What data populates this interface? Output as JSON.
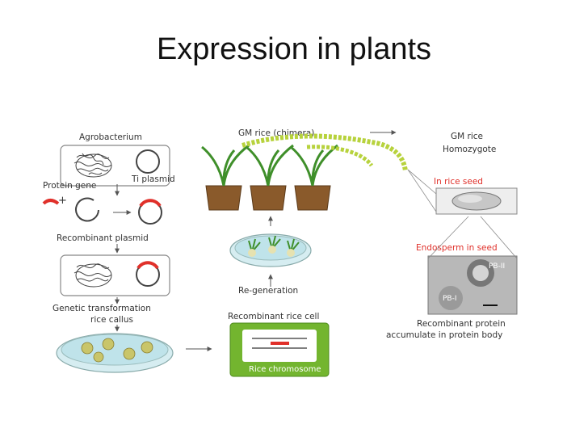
{
  "title": "Expression in plants",
  "diagram": {
    "agrobacterium": "Agrobacterium",
    "ti_plasmid": "Ti plasmid",
    "protein_gene": "Protein gene",
    "plus": "+",
    "recombinant_plasmid": "Recombinant plasmid",
    "genetic_transformation": "Genetic transformation",
    "rice_callus": "rice callus",
    "gm_rice_chimera": "GM rice (chimera)",
    "regeneration": "Re-generation",
    "recombinant_rice_cell": "Recombinant rice cell",
    "rice_chromosome": "Rice chromosome",
    "gm_rice": "GM rice",
    "homozygote": "Homozygote",
    "in_rice_seed": "In rice seed",
    "endosperm_in_seed": "Endosperm in seed",
    "pb2": "PB-II",
    "pb1": "PB-I",
    "recombinant_protein": "Recombinant protein",
    "accumulate": "accumulate in protein body"
  },
  "colors": {
    "accent_red": "#e0302a",
    "cell_green": "#73b52f",
    "leaf_green": "#3f8f2a",
    "grain_green": "#b7d23c",
    "soil_brown": "#8a5a2b",
    "dish_blue": "#bfe3ea"
  }
}
